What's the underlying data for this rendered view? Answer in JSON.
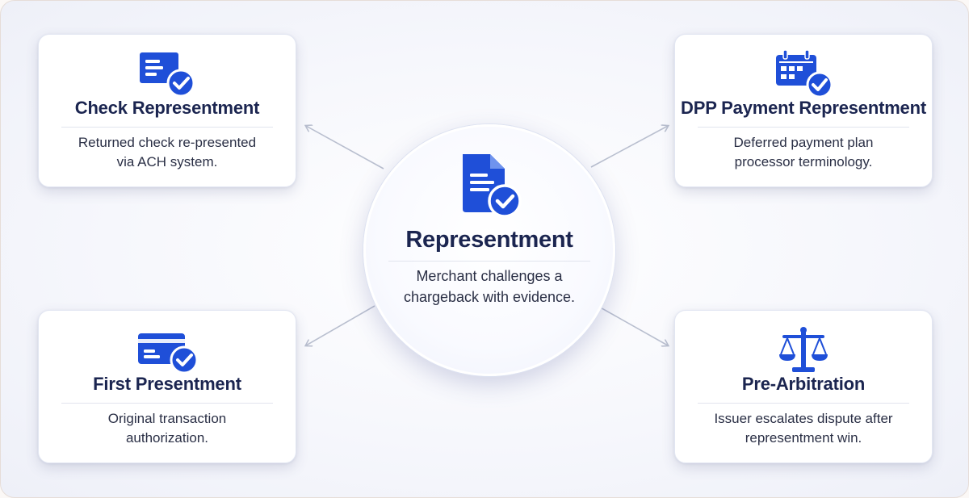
{
  "center": {
    "title": "Representment",
    "description_lines": [
      "Merchant challenges a",
      "chargeback with evidence."
    ],
    "icon": "document-check-icon"
  },
  "cards": [
    {
      "title": "Check Representment",
      "description_lines": [
        "Returned check re-presented",
        "via ACH system."
      ],
      "icon": "form-check-icon"
    },
    {
      "title": "DPP Payment Representment",
      "description_lines": [
        "Deferred payment plan",
        "processor terminology."
      ],
      "icon": "calendar-check-icon"
    },
    {
      "title": "First Presentment",
      "description_lines": [
        "Original transaction",
        "authorization."
      ],
      "icon": "card-check-icon"
    },
    {
      "title": "Pre-Arbitration",
      "description_lines": [
        "Issuer escalates dispute after",
        "representment win."
      ],
      "icon": "scales-icon"
    }
  ],
  "colors": {
    "accent": "#1f4fd8",
    "title": "#1b2550",
    "text": "#2a2f45",
    "connector": "#b9bfcf"
  }
}
